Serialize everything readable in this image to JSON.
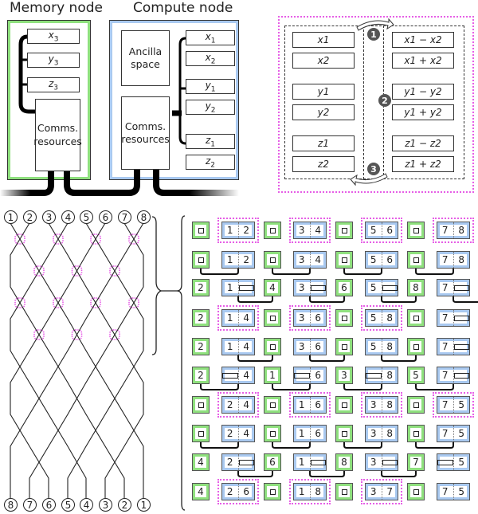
{
  "memory_node": {
    "title": "Memory node",
    "registers": [
      "x3",
      "y3",
      "z3"
    ],
    "register_labels": [
      {
        "base": "x",
        "sub": "3"
      },
      {
        "base": "y",
        "sub": "3"
      },
      {
        "base": "z",
        "sub": "3"
      }
    ],
    "comms_label_line1": "Comms.",
    "comms_label_line2": "resources",
    "border_color": "#8fe07e"
  },
  "compute_node": {
    "title": "Compute node",
    "ancilla_line1": "Ancilla",
    "ancilla_line2": "space",
    "comms_label_line1": "Comms.",
    "comms_label_line2": "resources",
    "register_labels": [
      {
        "base": "x",
        "sub": "1"
      },
      {
        "base": "x",
        "sub": "2"
      },
      {
        "base": "y",
        "sub": "1"
      },
      {
        "base": "y",
        "sub": "2"
      },
      {
        "base": "z",
        "sub": "1"
      },
      {
        "base": "z",
        "sub": "2"
      }
    ],
    "border_color": "#a9c9f0"
  },
  "transform_panel": {
    "left_labels": [
      "x1",
      "x2",
      "y1",
      "y2",
      "z1",
      "z2"
    ],
    "right_labels": [
      "x1 − x2",
      "x1 + x2",
      "y1 − y2",
      "y1 + y2",
      "z1 − z2",
      "z1 + z2"
    ],
    "steps": [
      "1",
      "2",
      "3"
    ],
    "outline_color": "#e65ee6"
  },
  "sorting_network": {
    "top_labels": [
      "1",
      "2",
      "3",
      "4",
      "5",
      "6",
      "7",
      "8"
    ],
    "bottom_labels": [
      "8",
      "7",
      "6",
      "5",
      "4",
      "3",
      "2",
      "1"
    ],
    "highlight_color": "#e65ee6"
  },
  "grid": {
    "empty_symbol": "□",
    "rows": [
      {
        "cells": [
          [
            "□"
          ],
          [
            "1",
            "2"
          ],
          [
            "□"
          ],
          [
            "3",
            "4"
          ],
          [
            "□"
          ],
          [
            "5",
            "6"
          ],
          [
            "□"
          ],
          [
            "7",
            "8"
          ]
        ],
        "pink": [
          1,
          3,
          5,
          7
        ],
        "links": []
      },
      {
        "cells": [
          [
            "□"
          ],
          [
            "1",
            "2"
          ],
          [
            "□"
          ],
          [
            "3",
            "4"
          ],
          [
            "□"
          ],
          [
            "5",
            "6"
          ],
          [
            "□"
          ],
          [
            "7",
            "8"
          ]
        ],
        "pink": [],
        "links": [
          [
            0,
            1
          ],
          [
            2,
            3
          ],
          [
            4,
            5
          ],
          [
            6,
            7
          ]
        ]
      },
      {
        "cells": [
          [
            "2"
          ],
          [
            "1",
            "□"
          ],
          [
            "4"
          ],
          [
            "3",
            "□"
          ],
          [
            "6"
          ],
          [
            "5",
            "□"
          ],
          [
            "8"
          ],
          [
            "7",
            "□"
          ]
        ],
        "pink": [],
        "links": [
          [
            1,
            2
          ],
          [
            3,
            4
          ],
          [
            5,
            6
          ],
          [
            7,
            8
          ]
        ]
      },
      {
        "cells": [
          [
            "2"
          ],
          [
            "1",
            "4"
          ],
          [
            "□"
          ],
          [
            "3",
            "6"
          ],
          [
            "□"
          ],
          [
            "5",
            "8"
          ],
          [
            "□"
          ],
          [
            "7",
            "□"
          ]
        ],
        "pink": [
          1,
          3,
          5
        ],
        "links": []
      },
      {
        "cells": [
          [
            "2"
          ],
          [
            "1",
            "4"
          ],
          [
            "□"
          ],
          [
            "3",
            "6"
          ],
          [
            "□"
          ],
          [
            "5",
            "8"
          ],
          [
            "□"
          ],
          [
            "7",
            "□"
          ]
        ],
        "pink": [],
        "links": [
          [
            1,
            2
          ],
          [
            3,
            4
          ],
          [
            5,
            6
          ]
        ]
      },
      {
        "cells": [
          [
            "2"
          ],
          [
            "□",
            "4"
          ],
          [
            "1"
          ],
          [
            "□",
            "6"
          ],
          [
            "3"
          ],
          [
            "□",
            "8"
          ],
          [
            "5"
          ],
          [
            "7",
            "□"
          ]
        ],
        "pink": [],
        "links": [
          [
            0,
            1
          ],
          [
            2,
            3
          ],
          [
            4,
            5
          ],
          [
            6,
            7
          ]
        ]
      },
      {
        "cells": [
          [
            "□"
          ],
          [
            "2",
            "4"
          ],
          [
            "□"
          ],
          [
            "1",
            "6"
          ],
          [
            "□"
          ],
          [
            "3",
            "8"
          ],
          [
            "□"
          ],
          [
            "7",
            "5"
          ]
        ],
        "pink": [
          1,
          3,
          5,
          7
        ],
        "links": []
      },
      {
        "cells": [
          [
            "□"
          ],
          [
            "2",
            "4"
          ],
          [
            "□"
          ],
          [
            "1",
            "6"
          ],
          [
            "□"
          ],
          [
            "3",
            "8"
          ],
          [
            "□"
          ],
          [
            "7",
            "5"
          ]
        ],
        "pink": [],
        "links": [
          [
            0,
            1
          ],
          [
            2,
            3
          ],
          [
            4,
            5
          ],
          [
            6,
            7
          ]
        ]
      },
      {
        "cells": [
          [
            "4"
          ],
          [
            "2",
            "□"
          ],
          [
            "6"
          ],
          [
            "1",
            "□"
          ],
          [
            "8"
          ],
          [
            "3",
            "□"
          ],
          [
            "7"
          ],
          [
            "□",
            "5"
          ]
        ],
        "pink": [],
        "links": [
          [
            1,
            2
          ],
          [
            3,
            4
          ],
          [
            5,
            6
          ]
        ]
      },
      {
        "cells": [
          [
            "4"
          ],
          [
            "2",
            "6"
          ],
          [
            "□"
          ],
          [
            "1",
            "8"
          ],
          [
            "□"
          ],
          [
            "3",
            "7"
          ],
          [
            "□"
          ],
          [
            "7",
            "5"
          ]
        ],
        "pink": [
          1,
          3,
          5
        ],
        "links": []
      }
    ]
  }
}
